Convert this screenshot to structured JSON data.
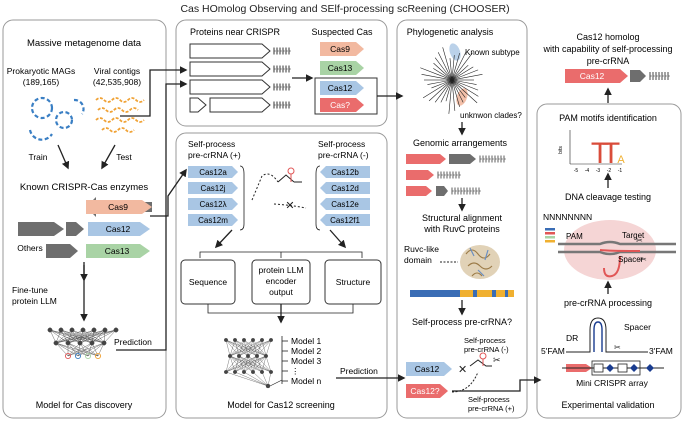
{
  "title": "Cas HOmolog Observing and SElf-processing scReening (CHOOSER)",
  "panel_discovery": {
    "heading": "Massive metagenome data",
    "mags_label": "Prokaryotic MAGs",
    "mags_count": "(189,165)",
    "viral_label": "Viral contigs",
    "viral_count": "(42,535,908)",
    "train": "Train",
    "test": "Test",
    "known_heading": "Known CRISPR-Cas enzymes",
    "cas9": "Cas9",
    "cas12": "Cas12",
    "cas13": "Cas13",
    "others": "Others",
    "finetune_1": "Fine-tune",
    "finetune_2": "protein LLM",
    "prediction": "Prediction",
    "footer": "Model for Cas discovery"
  },
  "panel_crispr": {
    "proteins_heading": "Proteins near CRISPR",
    "suspected_heading": "Suspected Cas",
    "suspected": [
      "Cas9",
      "Cas13",
      "Cas12",
      "Cas?"
    ]
  },
  "panel_phylo": {
    "heading": "Phylogenetic analysis",
    "known_subtype": "Known subtype",
    "unknown_clades": "unknwon clades?",
    "genomic_heading": "Genomic arrangements",
    "struct_1": "Structural alignment",
    "struct_2": "with RuvC proteins",
    "ruvc_1": "Ruvc-like",
    "ruvc_2": "domain",
    "self_question": "Self-process pre-crRNA?",
    "cas12": "Cas12",
    "cas12q": "Cas12?",
    "neg_1": "Self-process",
    "neg_2": "pre-crRNA (-)",
    "pos_1": "Self-process",
    "pos_2": "pre-crRNA (+)"
  },
  "panel_screening": {
    "pos_heading_1": "Self-process",
    "pos_heading_2": "pre-crRNA (+)",
    "neg_heading_1": "Self-process",
    "neg_heading_2": "pre-crRNA (-)",
    "pos_list": [
      "Cas12a",
      "Cas12j",
      "Cas12λ",
      "Cas12m"
    ],
    "neg_list": [
      "Cas12b",
      "Cas12d",
      "Cas12e",
      "Cas12f1"
    ],
    "sequence": "Sequence",
    "encoder_1": "protein LLM",
    "encoder_2": "encoder",
    "encoder_3": "output",
    "structure": "Structure",
    "models": [
      "Model 1",
      "Model 2",
      "Model 3",
      "⋮",
      "Model n"
    ],
    "prediction": "Prediction",
    "footer": "Model for Cas12 screening"
  },
  "panel_validation": {
    "result_1": "Cas12 homolog",
    "result_2": "with capability of self-processing",
    "result_3": "pre-crRNA",
    "cas12": "Cas12",
    "pam_heading": "PAM motifs identification",
    "bits": "bits",
    "logo_ticks": [
      "-5",
      "-4",
      "-3",
      "-2",
      "-1"
    ],
    "cleavage": "DNA cleavage testing",
    "nnn": "NNNNNNNN",
    "pam": "PAM",
    "target": "Target",
    "spacer": "Spacer",
    "precr": "pre-crRNA processing",
    "dr": "DR",
    "spacer2": "Spacer",
    "fam5": "5'FAM",
    "fam3": "3'FAM",
    "mini": "Mini CRISPR array",
    "footer": "Experimental validation"
  },
  "colors": {
    "cas9": "#f2b9a0",
    "cas13": "#a9d3a5",
    "cas12": "#a9c6e4",
    "casq": "#ea6c6c",
    "red": "#e15656",
    "grey": "#6e6e6e"
  }
}
